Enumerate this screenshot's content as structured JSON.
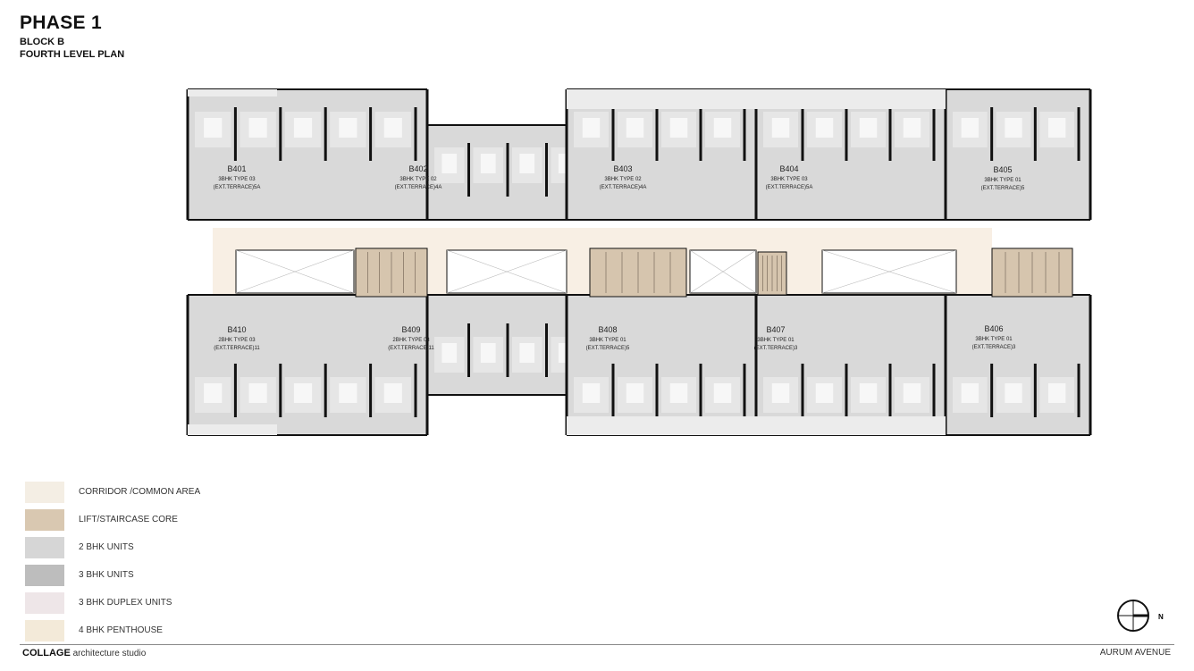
{
  "header": {
    "title": "PHASE 1",
    "block": "BLOCK B",
    "level": "FOURTH LEVEL PLAN"
  },
  "units": [
    {
      "id": "B401",
      "type": "3BHK TYPE 03",
      "terrace": "(EXT.TERRACE)5A"
    },
    {
      "id": "B402",
      "type": "3BHK TYPE 02",
      "terrace": "(EXT.TERRACE)4A"
    },
    {
      "id": "B403",
      "type": "3BHK TYPE 02",
      "terrace": "(EXT.TERRACE)4A"
    },
    {
      "id": "B404",
      "type": "3BHK TYPE 03",
      "terrace": "(EXT.TERRACE)5A"
    },
    {
      "id": "B405",
      "type": "3BHK TYPE 01",
      "terrace": "(EXT.TERRACE)5"
    },
    {
      "id": "B410",
      "type": "2BHK TYPE 03",
      "terrace": "(EXT.TERRACE)11"
    },
    {
      "id": "B409",
      "type": "2BHK TYPE 03",
      "terrace": "(EXT.TERRACE)11"
    },
    {
      "id": "B408",
      "type": "3BHK TYPE 01",
      "terrace": "(EXT.TERRACE)5"
    },
    {
      "id": "B407",
      "type": "3BHK TYPE 01",
      "terrace": "(EXT.TERRACE)3"
    },
    {
      "id": "B406",
      "type": "3BHK TYPE 01",
      "terrace": "(EXT.TERRACE)3"
    }
  ],
  "legend": [
    {
      "label": "CORRIDOR /COMMON AREA",
      "color": "#f4eee4"
    },
    {
      "label": "LIFT/STAIRCASE CORE",
      "color": "#d9c8b1"
    },
    {
      "label": "2 BHK UNITS",
      "color": "#d6d6d6"
    },
    {
      "label": "3 BHK UNITS",
      "color": "#bdbdbd"
    },
    {
      "label": "3 BHK DUPLEX UNITS",
      "color": "#eee6e8"
    },
    {
      "label": "4 BHK PENTHOUSE",
      "color": "#f3ead9"
    }
  ],
  "colors": {
    "corridor": "#f8efe4",
    "core": "#d6c5ae",
    "unit": "#d9d9d9",
    "wall": "#111111"
  },
  "compass": {
    "label": "N",
    "icon": "north-arrow-icon"
  },
  "footer": {
    "studio_name": "COLLAGE",
    "studio_sub": "architecture studio",
    "project": "AURUM AVENUE"
  }
}
